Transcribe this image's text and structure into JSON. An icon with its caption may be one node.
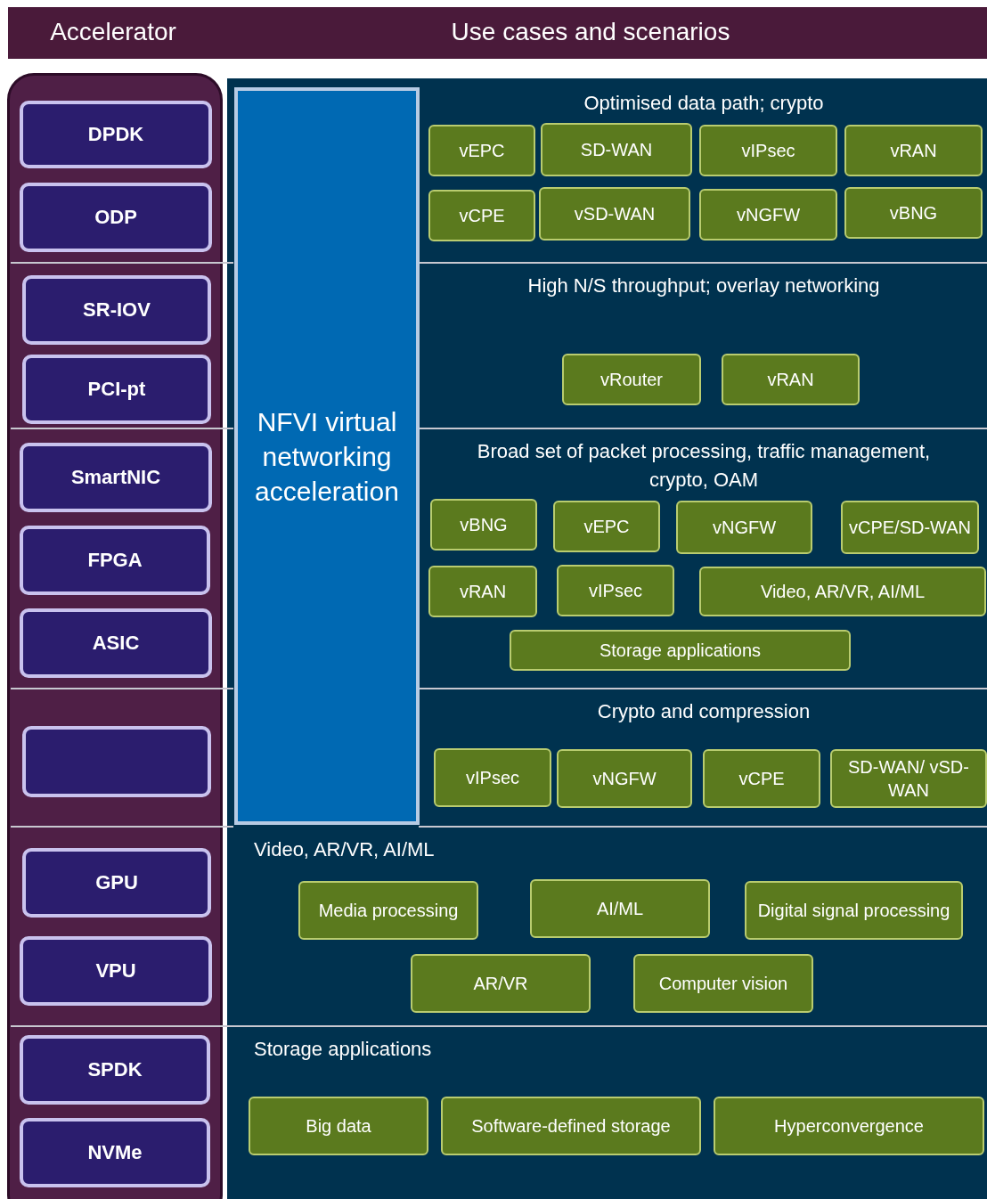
{
  "diagram": {
    "nodes": [
      {
        "text": [
          "Accelerator",
          "Use cases and scenarios"
        ]
      },
      {
        "text": [
          "DPDK"
        ]
      },
      {
        "text": [
          "ODP"
        ]
      },
      {
        "text": [
          "SR-IOV"
        ]
      },
      {
        "text": [
          "PCI-pt"
        ]
      },
      {
        "text": [
          "SmartNIC"
        ]
      },
      {
        "text": [
          "FPGA"
        ]
      },
      {
        "text": [
          "ASIC"
        ]
      },
      {
        "text": [],
        "shape": "box"
      },
      {
        "text": [
          "GPU"
        ]
      },
      {
        "text": [
          "VPU"
        ]
      },
      {
        "text": [
          "SPDK"
        ]
      },
      {
        "text": [
          "NVMe"
        ]
      },
      {
        "text": [
          "NFVI virtual networking acceleration"
        ]
      },
      {
        "text": [
          "Optimised data path; crypto"
        ]
      },
      {
        "text": [
          "vEPC"
        ],
        "in": 14
      },
      {
        "text": [
          "SD-WAN"
        ],
        "in": 14
      },
      {
        "text": [
          "vIPsec"
        ],
        "in": 14
      },
      {
        "text": [
          "vRAN"
        ],
        "in": 14
      },
      {
        "text": [
          "vCPE"
        ],
        "in": 14
      },
      {
        "text": [
          "vSD-WAN"
        ],
        "in": 14
      },
      {
        "text": [
          "vNGFW"
        ],
        "in": 14
      },
      {
        "text": [
          "vBNG"
        ],
        "in": 14
      },
      {
        "text": [
          "High N/S throughput; overlay networking"
        ]
      },
      {
        "text": [
          "vRouter"
        ],
        "in": 23
      },
      {
        "text": [
          "vRAN"
        ],
        "in": 23
      },
      {
        "text": [
          "Broad set of packet processing, traffic management, crypto, OAM"
        ]
      },
      {
        "text": [
          "vBNG"
        ],
        "in": 26
      },
      {
        "text": [
          "vEPC"
        ],
        "in": 26
      },
      {
        "text": [
          "vNGFW"
        ],
        "in": 26
      },
      {
        "text": [
          "vCPE/SD-WAN"
        ],
        "in": 26
      },
      {
        "text": [
          "vRAN"
        ],
        "in": 26
      },
      {
        "text": [
          "vIPsec"
        ],
        "in": 26
      },
      {
        "text": [
          "Video, AR/VR, AI/ML"
        ],
        "in": 26
      },
      {
        "text": [
          "Storage applications"
        ],
        "in": 26
      },
      {
        "text": [
          "Crypto and compression"
        ]
      },
      {
        "text": [
          "vIPsec"
        ],
        "in": 35
      },
      {
        "text": [
          "vNGFW"
        ],
        "in": 35
      },
      {
        "text": [
          "vCPE"
        ],
        "in": 35
      },
      {
        "text": [
          "SD-WAN/ vSD-WAN"
        ],
        "in": 35
      },
      {
        "text": [
          "Video, AR/VR, AI/ML"
        ]
      },
      {
        "text": [
          "Media processing"
        ],
        "in": 40
      },
      {
        "text": [
          "AI/ML"
        ],
        "in": 40
      },
      {
        "text": [
          "Digital signal processing"
        ],
        "in": 40
      },
      {
        "text": [
          "AR/VR"
        ],
        "in": 40
      },
      {
        "text": [
          "Computer vision"
        ],
        "in": 40
      },
      {
        "text": [
          "Storage applications"
        ]
      },
      {
        "text": [
          "Big data"
        ],
        "in": 46
      },
      {
        "text": [
          "Software-defined storage"
        ],
        "in": 46
      },
      {
        "text": [
          "Hyperconvergence"
        ],
        "in": 46
      }
    ]
  }
}
